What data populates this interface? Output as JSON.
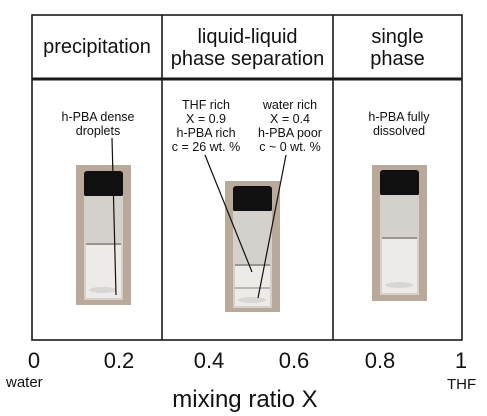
{
  "regions": [
    {
      "header": "precipitation",
      "note": "h-PBA dense\ndroplets"
    },
    {
      "header": "liquid-liquid\nphase separation",
      "note_left": "THF rich\nX = 0.9\nh-PBA rich\nc = 26 wt. %",
      "note_right": "water rich\nX = 0.4\nh-PBA poor\nc ~ 0 wt. %"
    },
    {
      "header": "single\nphase",
      "note": "h-PBA fully\ndissolved"
    }
  ],
  "axis": {
    "ticks": [
      "0",
      "0.2",
      "0.4",
      "0.6",
      "0.8",
      "1"
    ],
    "left_end": "water",
    "right_end": "THF",
    "label": "mixing ratio X"
  },
  "colors": {
    "frame": "#1a1a1a",
    "vial_cap": "#101010",
    "vial_photo_bg": "#b9a998",
    "vial_glass": "#d4d0cc",
    "liquid": "#ecebe8"
  }
}
